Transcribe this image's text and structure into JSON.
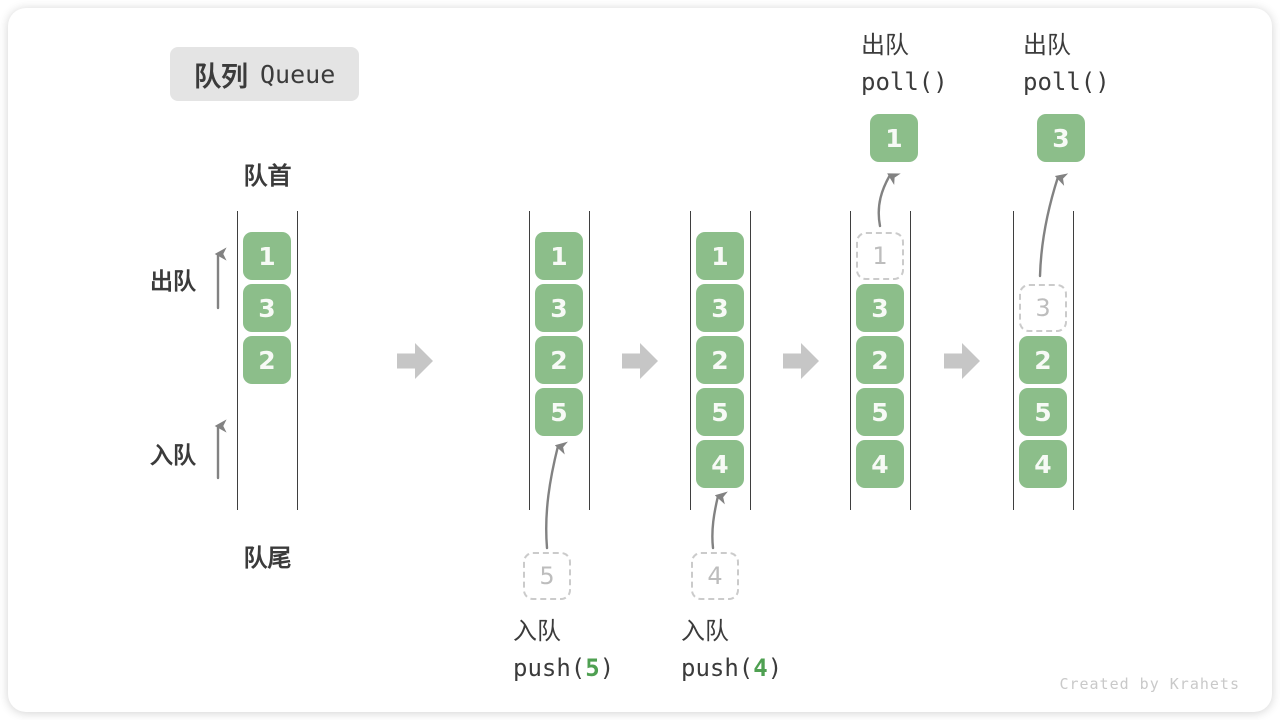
{
  "title": {
    "zh": "队列",
    "en": "Queue"
  },
  "side_labels": {
    "front": "队首",
    "rear": "队尾",
    "dequeue": "出队",
    "enqueue": "入队"
  },
  "states": [
    {
      "cells": [
        {
          "slot": 1,
          "value": "1",
          "style": "solid"
        },
        {
          "slot": 2,
          "value": "3",
          "style": "solid"
        },
        {
          "slot": 3,
          "value": "2",
          "style": "solid"
        }
      ]
    },
    {
      "cells": [
        {
          "slot": 1,
          "value": "1",
          "style": "solid"
        },
        {
          "slot": 2,
          "value": "3",
          "style": "solid"
        },
        {
          "slot": 3,
          "value": "2",
          "style": "solid"
        },
        {
          "slot": 4,
          "value": "5",
          "style": "solid"
        }
      ]
    },
    {
      "cells": [
        {
          "slot": 1,
          "value": "1",
          "style": "solid"
        },
        {
          "slot": 2,
          "value": "3",
          "style": "solid"
        },
        {
          "slot": 3,
          "value": "2",
          "style": "solid"
        },
        {
          "slot": 4,
          "value": "5",
          "style": "solid"
        },
        {
          "slot": 5,
          "value": "4",
          "style": "solid"
        }
      ]
    },
    {
      "cells": [
        {
          "slot": 1,
          "value": "1",
          "style": "dashed"
        },
        {
          "slot": 2,
          "value": "3",
          "style": "solid"
        },
        {
          "slot": 3,
          "value": "2",
          "style": "solid"
        },
        {
          "slot": 4,
          "value": "5",
          "style": "solid"
        },
        {
          "slot": 5,
          "value": "4",
          "style": "solid"
        }
      ],
      "popped": {
        "value": "1"
      },
      "op": {
        "zh": "出队",
        "code": "poll()"
      }
    },
    {
      "cells": [
        {
          "slot": 2,
          "value": "3",
          "style": "dashed"
        },
        {
          "slot": 3,
          "value": "2",
          "style": "solid"
        },
        {
          "slot": 4,
          "value": "5",
          "style": "solid"
        },
        {
          "slot": 5,
          "value": "4",
          "style": "solid"
        }
      ],
      "popped": {
        "value": "3"
      },
      "op": {
        "zh": "出队",
        "code": "poll()"
      }
    }
  ],
  "enqueue_ops": [
    {
      "label": "入队",
      "pending_value": "5",
      "code_prefix": "push(",
      "digit": "5",
      "code_suffix": ")"
    },
    {
      "label": "入队",
      "pending_value": "4",
      "code_prefix": "push(",
      "digit": "4",
      "code_suffix": ")"
    }
  ],
  "icons": {
    "step_arrow": "block-arrow-right-icon",
    "dequeue_arrow": "up-arrow-icon",
    "enqueue_arrow": "up-arrow-icon",
    "push_arrow": "curved-up-arrow-icon",
    "poll_arrow": "curved-up-arrow-icon"
  },
  "colors": {
    "cell_green": "#8CBE8A",
    "accent_digit_green": "#4FA052",
    "badge_bg": "#E4E4E4",
    "text_dark": "#3B3B3B",
    "dashed_border": "#CBCBCB",
    "dashed_text": "#BDBDBD",
    "arrow_gray": "#828282",
    "block_arrow_gray": "#C6C6C6",
    "wall_color": "#3F3F3F",
    "watermark_gray": "#C9C9C9"
  },
  "watermark": "Created by Krahets"
}
